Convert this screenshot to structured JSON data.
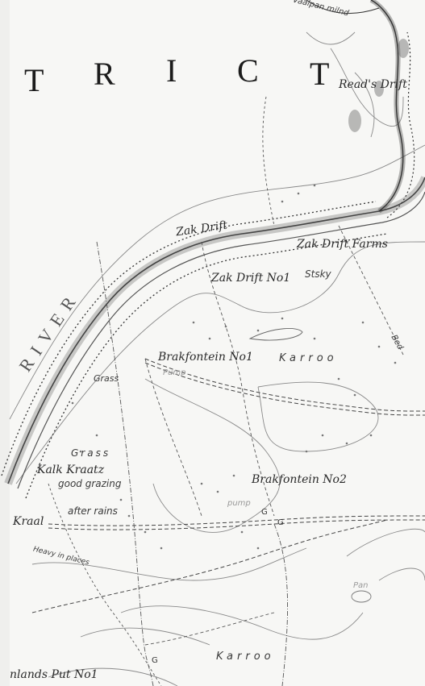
{
  "district_letters": [
    "T",
    "R",
    "I",
    "C",
    "T"
  ],
  "river": "RIVER",
  "places": {
    "reads_drift": "Read's Drift",
    "top_fragment": "Vaalpan milnd",
    "zak_drift": "Zak Drift",
    "zak_drift_farms": "Zak Drift Farms",
    "zak_drift_no1": "Zak Drift No1",
    "zak_drift_no1_suffix": "Stsky",
    "brakfontein_no1": "Brakfontein No1",
    "karroo_1": "Karroo",
    "bed": "Bed",
    "grass_1": "Grass",
    "pump_1": "Pump",
    "grass_2": "Grass",
    "kalk_kraantz": "Kalk Kraatz",
    "good_grazing": "good grazing",
    "brakfontein_no2": "Brakfontein No2",
    "pump_2": "pump",
    "kraal": "Kraal",
    "after_rains": "after rains",
    "heavy_in_places": "Heavy in places",
    "karroo_2": "Karroo",
    "pan": "Pan",
    "inlands_put": "nlands Put No1"
  },
  "markers": [
    "G",
    "G",
    "G"
  ]
}
